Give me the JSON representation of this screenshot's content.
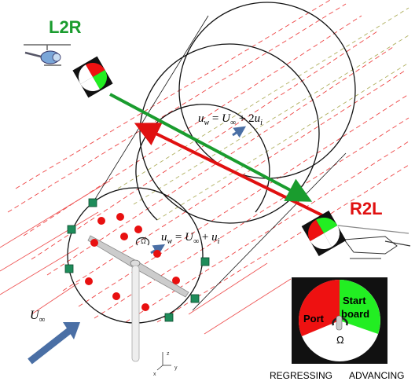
{
  "labels": {
    "left_to_right": "L2R",
    "right_to_left": "R2L",
    "regressing": "REGRESSING",
    "advancing": "ADVANCING",
    "port": "Port",
    "starboard_line1": "Start",
    "starboard_line2": "board",
    "omega_disk": "Ω",
    "omega_rotor": "Ω",
    "free_stream_u": "U",
    "free_stream_sub": "∞"
  },
  "equations": {
    "wake": {
      "lhs": "u",
      "lhs_sub": "w",
      "eq": " = ",
      "u": "U",
      "u_sub": "∞",
      "plus": " + 2",
      "ui": "u",
      "ui_sub": "i"
    },
    "rotor": {
      "lhs": "u",
      "lhs_sub": "w",
      "eq": " = ",
      "u": "U",
      "u_sub": "∞",
      "plus": " + ",
      "ui": "u",
      "ui_sub": "i"
    }
  },
  "axes": {
    "z": "z",
    "x": "x",
    "y": "y"
  },
  "colors": {
    "l2r_arrow": "#1a9c2e",
    "r2l_arrow": "#e01010",
    "port_red": "#ee1111",
    "starboard_green": "#22ee22",
    "marker_green": "#1e8c5a",
    "probe_red": "#e81010",
    "freestream_arrow": "#4a6fa5",
    "streamline_red": "#ee4444",
    "streamline_olive": "#b0b060"
  },
  "icons": [
    "helicopter-left-icon",
    "helicopter-right-icon",
    "rotor-blade-icon",
    "rotation-arrow-icon"
  ]
}
